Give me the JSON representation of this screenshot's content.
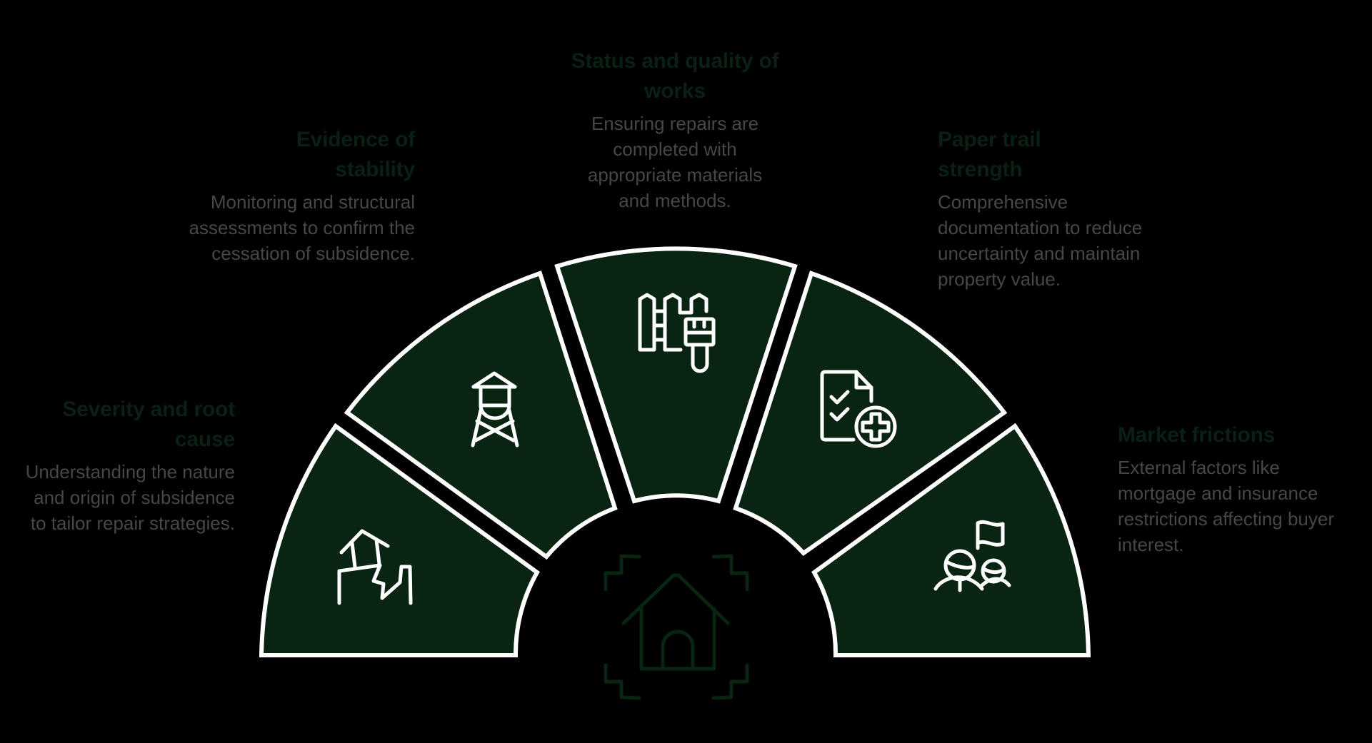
{
  "diagram": {
    "center": {
      "icon": "house-icon",
      "color": "#0a2412"
    },
    "colors": {
      "background": "#000000",
      "segment_fill": "#0a2412",
      "segment_stroke": "#ffffff",
      "heading": "#0b2014",
      "body": "#474747"
    },
    "segments": [
      {
        "id": "severity",
        "icon": "house-crack-icon",
        "title": "Severity and root cause",
        "description": "Understanding the nature and origin of subsidence to tailor repair strategies."
      },
      {
        "id": "stability",
        "icon": "water-tower-icon",
        "title": "Evidence of stability",
        "description": "Monitoring and structural assessments to confirm the cessation of subsidence."
      },
      {
        "id": "works",
        "icon": "fence-paintbrush-icon",
        "title": "Status and quality of works",
        "description": "Ensuring repairs are completed with appropriate materials and methods."
      },
      {
        "id": "paper-trail",
        "icon": "document-checklist-plus-icon",
        "title": "Paper trail strength",
        "description": "Comprehensive documentation to reduce uncertainty and maintain property value."
      },
      {
        "id": "market",
        "icon": "people-flag-icon",
        "title": "Market frictions",
        "description": "External factors like mortgage and insurance restrictions affecting buyer interest."
      }
    ]
  }
}
